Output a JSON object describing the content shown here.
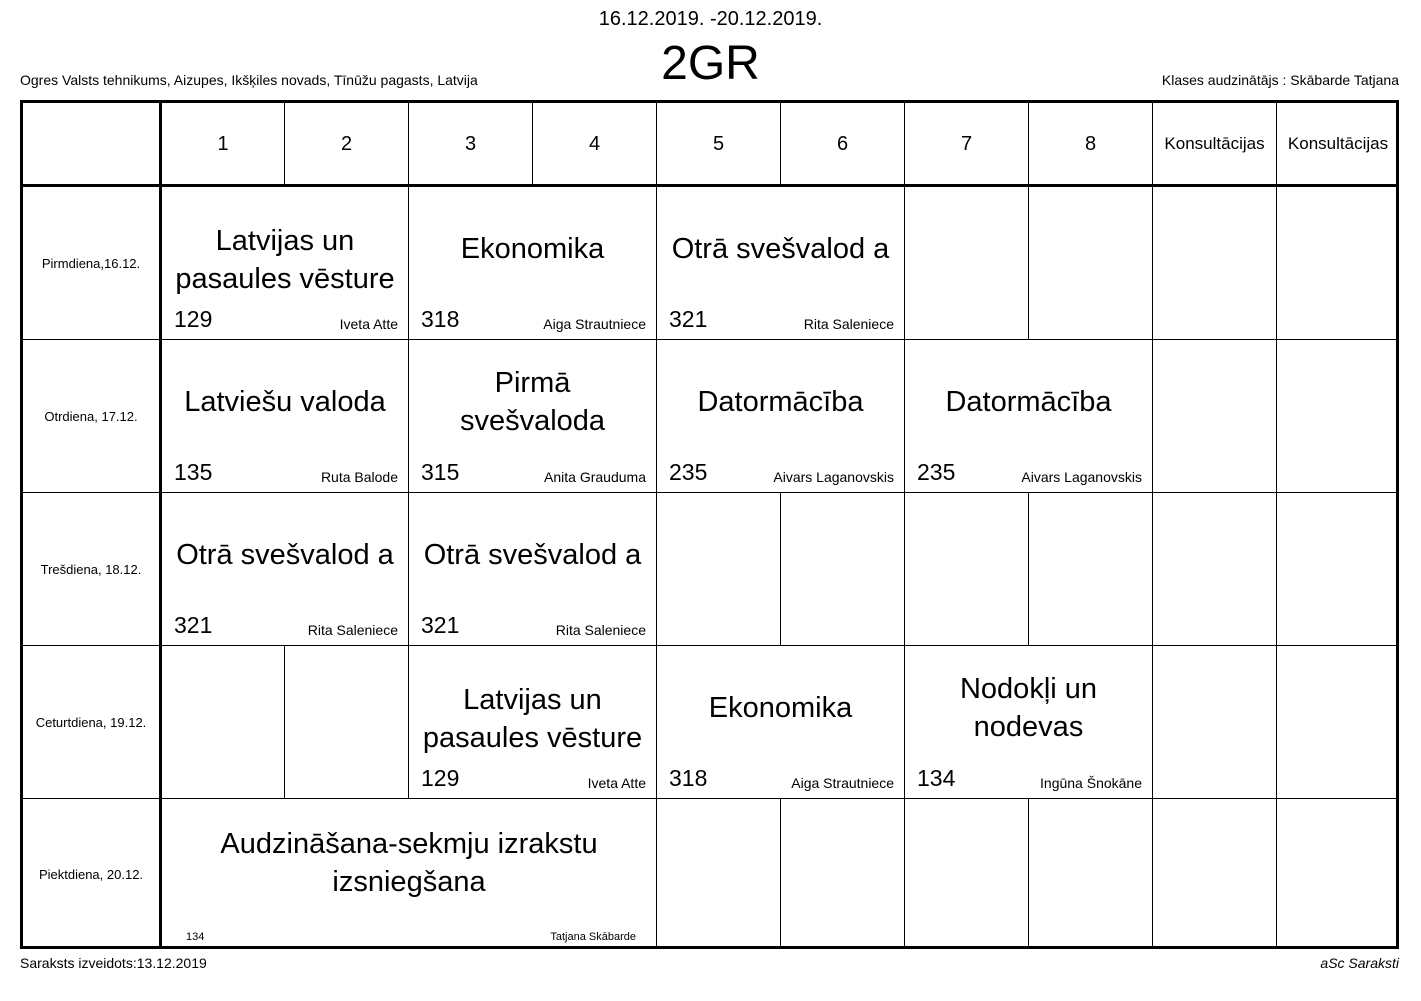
{
  "header": {
    "date_range": "16.12.2019. -20.12.2019.",
    "class_name": "2GR",
    "school": "Ogres Valsts tehnikums, Aizupes, Ikšķiles novads, Tīnūžu pagasts, Latvija",
    "class_teacher": "Klases audzinātājs : Skābarde Tatjana"
  },
  "columns": [
    "1",
    "2",
    "3",
    "4",
    "5",
    "6",
    "7",
    "8",
    "Konsultācijas",
    "Konsultācijas"
  ],
  "days": [
    "Pirmdiena,16.12.",
    "Otrdiena, 17.12.",
    "Trešdiena, 18.12.",
    "Ceturtdiena, 19.12.",
    "Piektdiena, 20.12."
  ],
  "lessons": [
    {
      "subject": "Latvijas un pasaules vēsture",
      "room": "129",
      "teacher": "Iveta Atte"
    },
    {
      "subject": "Ekonomika",
      "room": "318",
      "teacher": "Aiga Strautniece"
    },
    {
      "subject": "Otrā svešvalod a",
      "room": "321",
      "teacher": "Rita Saleniece"
    },
    {
      "subject": "Latviešu valoda",
      "room": "135",
      "teacher": "Ruta Balode"
    },
    {
      "subject": "Pirmā svešvaloda",
      "room": "315",
      "teacher": "Anita Grauduma"
    },
    {
      "subject": "Datormācība",
      "room": "235",
      "teacher": "Aivars Laganovskis"
    },
    {
      "subject": "Datormācība",
      "room": "235",
      "teacher": "Aivars Laganovskis"
    },
    {
      "subject": "Otrā svešvalod a",
      "room": "321",
      "teacher": "Rita Saleniece"
    },
    {
      "subject": "Otrā svešvalod a",
      "room": "321",
      "teacher": "Rita Saleniece"
    },
    {
      "subject": "Latvijas un pasaules vēsture",
      "room": "129",
      "teacher": "Iveta Atte"
    },
    {
      "subject": "Ekonomika",
      "room": "318",
      "teacher": "Aiga Strautniece"
    },
    {
      "subject": "Nodokļi un nodevas",
      "room": "134",
      "teacher": "Ingūna Šnokāne"
    },
    {
      "subject": "Audzināšana-sekmju izrakstu izsniegšana",
      "room": "134",
      "teacher": "Tatjana Skābarde"
    }
  ],
  "footer": {
    "created": "Saraksts izveidots:13.12.2019",
    "brand": "aSc Saraksti"
  }
}
